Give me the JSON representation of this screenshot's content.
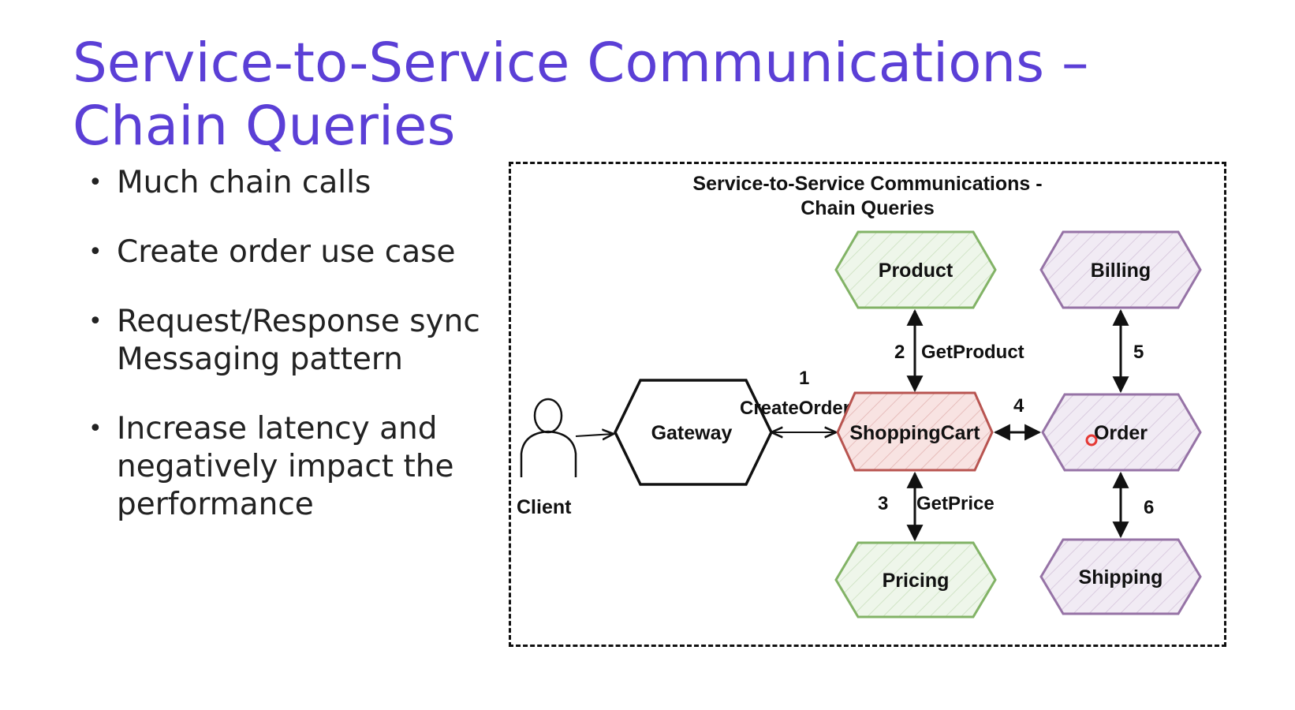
{
  "slide": {
    "title_line1": "Service-to-Service Communications –",
    "title_line2": "Chain Queries",
    "bullets": [
      "Much chain calls",
      "Create order use case",
      "Request/Response sync Messaging pattern",
      "Increase latency and negatively impact the performance"
    ]
  },
  "diagram": {
    "title_line1": "Service-to-Service Communications -",
    "title_line2": "Chain Queries",
    "actor_label": "Client",
    "nodes": {
      "gateway": "Gateway",
      "shoppingcart": "ShoppingCart",
      "product": "Product",
      "pricing": "Pricing",
      "order": "Order",
      "billing": "Billing",
      "shipping": "Shipping"
    },
    "edges": {
      "create_order_num": "1",
      "create_order_label": "CreateOrder",
      "get_product_num": "2",
      "get_product_label": "GetProduct",
      "get_price_num": "3",
      "get_price_label": "GetPrice",
      "order_num": "4",
      "billing_num": "5",
      "shipping_num": "6"
    },
    "colors": {
      "green": "#82b366",
      "red": "#b85450",
      "purple": "#9673a6",
      "black": "#111111",
      "title_purple": "#5b3fd6"
    }
  }
}
